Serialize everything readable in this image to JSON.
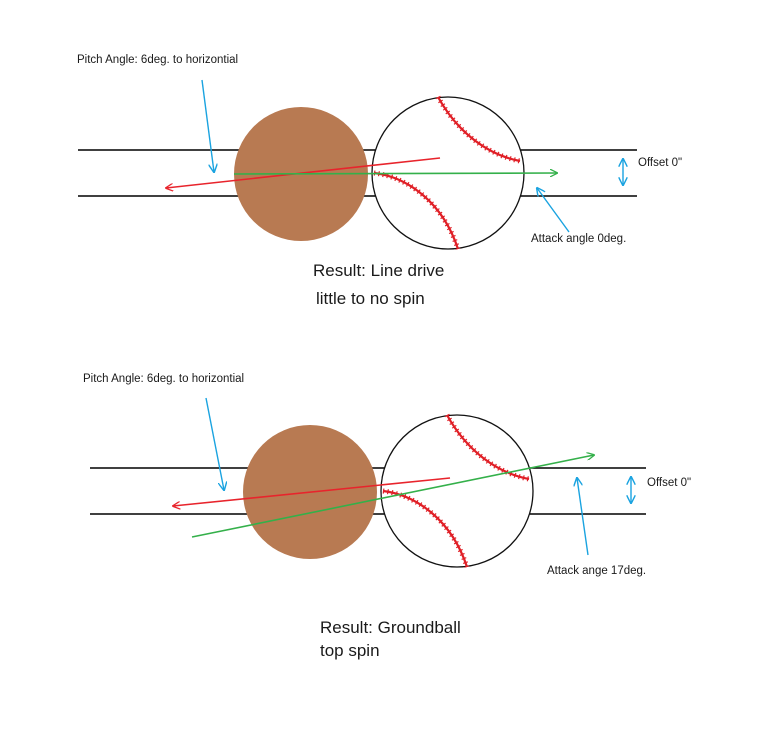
{
  "colors": {
    "bat": "#b87a52",
    "pitch_arrow": "#e8242c",
    "attack_arrow": "#34b04a",
    "annotation_arrow": "#1aa3e0",
    "stitches": "#e01f26",
    "line": "#000000"
  },
  "panels": [
    {
      "pitch_label": "Pitch Angle: 6deg. to horizontial",
      "attack_label": "Attack angle 0deg.",
      "offset_label": "Offset 0\"",
      "result_line1": "Result: Line drive",
      "result_line2": "little to no spin"
    },
    {
      "pitch_label": "Pitch Angle: 6deg. to horizontial",
      "attack_label": "Attack ange 17deg.",
      "offset_label": "Offset 0\"",
      "result_line1": "Result: Groundball",
      "result_line2": "top spin"
    }
  ]
}
